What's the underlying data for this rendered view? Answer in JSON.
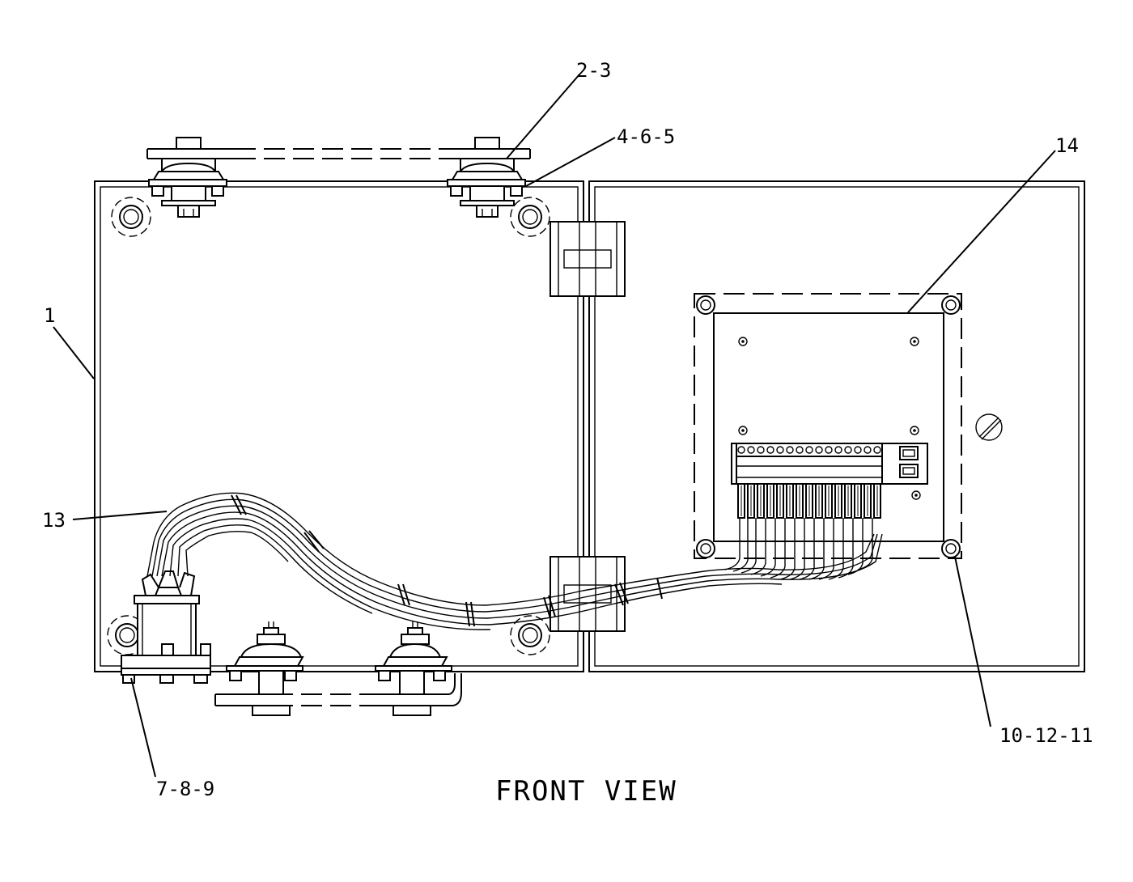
{
  "title": "FRONT VIEW",
  "callouts": {
    "c1": "1",
    "c2_3": "2-3",
    "c4_6_5": "4-6-5",
    "c14": "14",
    "c13": "13",
    "c7_8_9": "7-8-9",
    "c10_12_11": "10-12-11"
  }
}
